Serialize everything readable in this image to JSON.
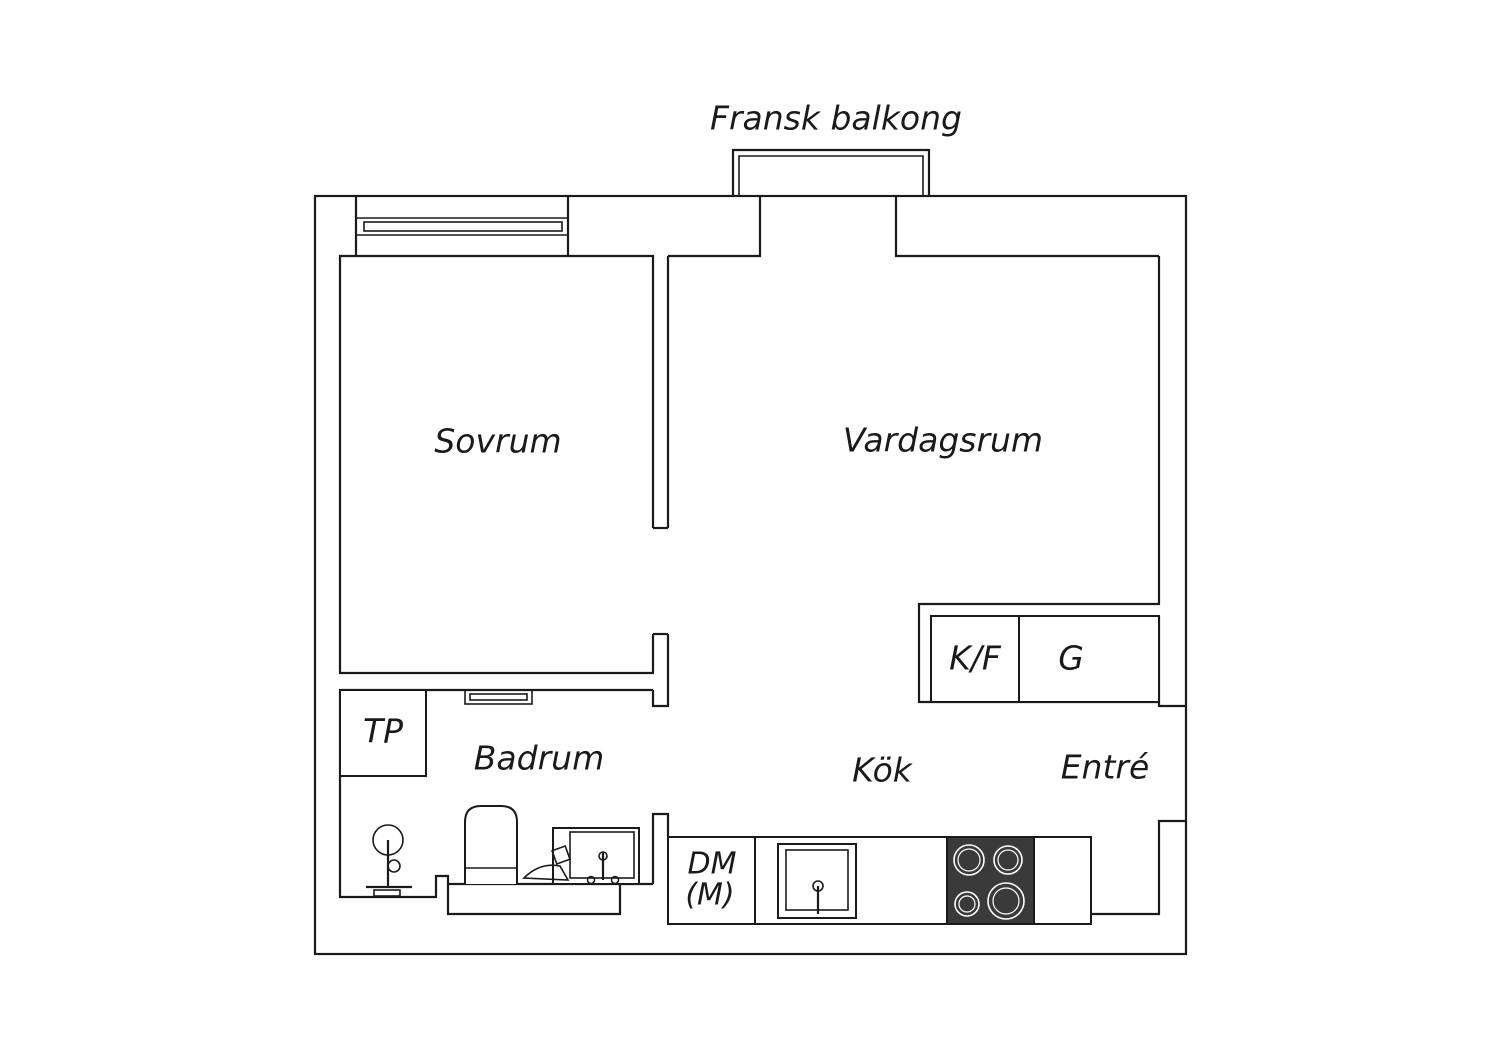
{
  "plan": {
    "balcony_label": "Fransk balkong",
    "rooms": {
      "bedroom": "Sovrum",
      "living_room": "Vardagsrum",
      "bathroom": "Badrum",
      "kitchen": "Kök",
      "entrance": "Entré"
    },
    "appliances": {
      "washer_dryer": "TP",
      "fridge_freezer": "K/F",
      "wardrobe": "G",
      "dishwasher_line1": "DM",
      "dishwasher_line2": "(M)"
    },
    "colors": {
      "line": "#1a1a1a",
      "background": "#ffffff",
      "stove": "#3a3a3a"
    }
  }
}
